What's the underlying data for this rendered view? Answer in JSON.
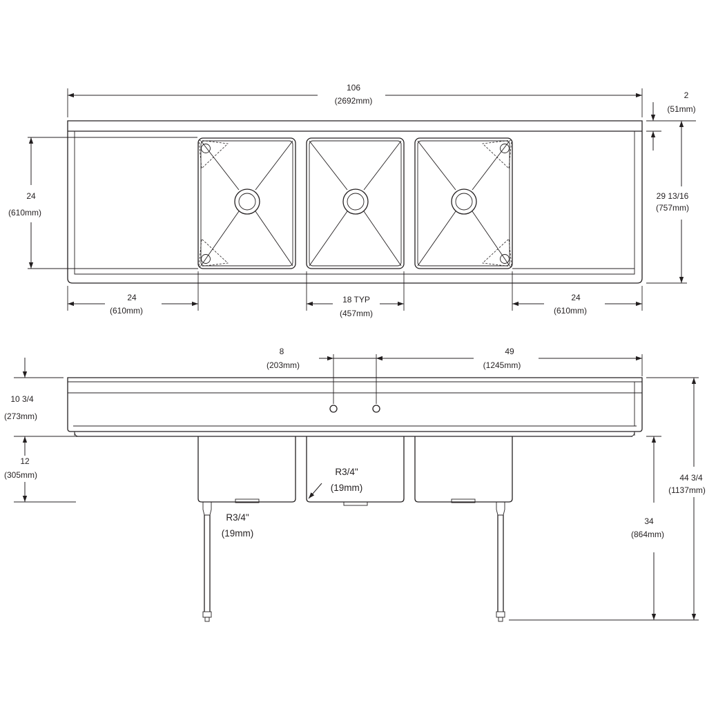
{
  "top_view": {
    "overall_width": {
      "imperial": "106",
      "metric": "(2692mm)"
    },
    "backsplash": {
      "imperial": "2",
      "metric": "(51mm)"
    },
    "overall_depth": {
      "imperial": "29 13/16",
      "metric": "(757mm)"
    },
    "bowl_depth": {
      "imperial": "24",
      "metric": "(610mm)"
    },
    "left_drainboard": {
      "imperial": "24",
      "metric": "(610mm)"
    },
    "bowl_width": {
      "imperial": "18 TYP",
      "metric": "(457mm)"
    },
    "right_drainboard": {
      "imperial": "24",
      "metric": "(610mm)"
    }
  },
  "front_view": {
    "faucet_spacing": {
      "imperial": "8",
      "metric": "(203mm)"
    },
    "faucet_offset": {
      "imperial": "49",
      "metric": "(1245mm)"
    },
    "splash_height": {
      "imperial": "10 3/4",
      "metric": "(273mm)"
    },
    "bowl_height": {
      "imperial": "12",
      "metric": "(305mm)"
    },
    "radius_center": {
      "imperial": "R3/4\"",
      "metric": "(19mm)"
    },
    "radius_left": {
      "imperial": "R3/4\"",
      "metric": "(19mm)"
    },
    "working_height": {
      "imperial": "34",
      "metric": "(864mm)"
    },
    "overall_height": {
      "imperial": "44 3/4",
      "metric": "(1137mm)"
    }
  }
}
